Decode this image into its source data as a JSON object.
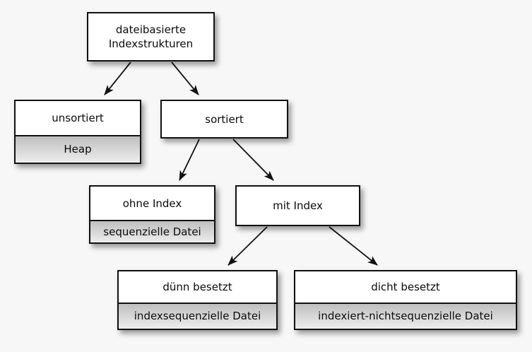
{
  "diagram": {
    "title_text": "dateibasierte Indexstrukturen",
    "background_color": "#f7f7f7",
    "border_color": "#111111",
    "node_fill": "#ffffff",
    "subnode_fill": "#d4d4d4",
    "nodes": {
      "root": {
        "line1": "dateibasierte",
        "line2": "Indexstrukturen"
      },
      "unsortiert": {
        "label": "unsortiert",
        "sub": "Heap"
      },
      "sortiert": {
        "label": "sortiert"
      },
      "ohne_index": {
        "label": "ohne Index",
        "sub": "sequenzielle Datei"
      },
      "mit_index": {
        "label": "mit Index"
      },
      "duenn_besetzt": {
        "label": "dünn besetzt",
        "sub": "indexsequenzielle Datei"
      },
      "dicht_besetzt": {
        "label": "dicht besetzt",
        "sub": "indexiert-nichtsequenzielle Datei"
      }
    }
  }
}
